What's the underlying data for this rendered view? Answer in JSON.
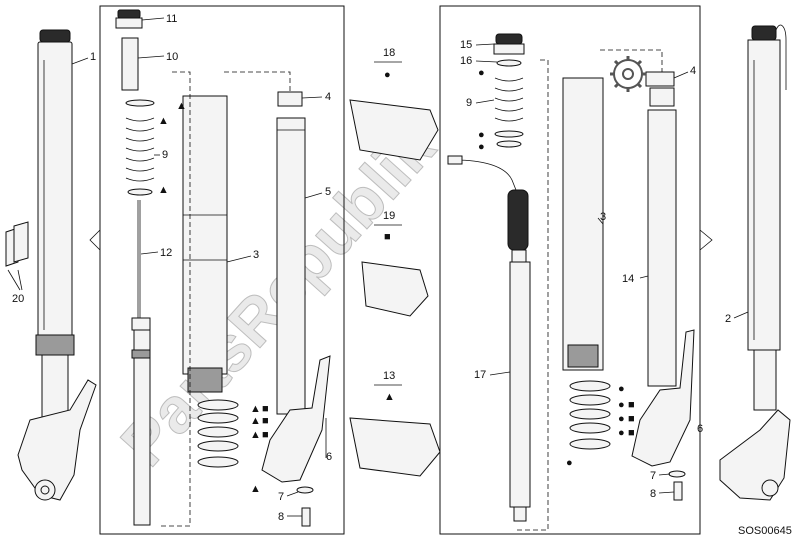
{
  "diagram": {
    "code": "SOS00645",
    "watermark": "PartsRepublik",
    "callouts": [
      "1",
      "2",
      "3",
      "3",
      "4",
      "4",
      "5",
      "6",
      "6",
      "7",
      "7",
      "8",
      "8",
      "9",
      "9",
      "10",
      "11",
      "12",
      "13",
      "14",
      "15",
      "16",
      "17",
      "18",
      "19",
      "20"
    ],
    "kit_labels": {
      "k18": "18",
      "k19": "19",
      "k13": "13"
    },
    "symbols": {
      "triangle": "▲",
      "square": "■",
      "circle": "●"
    }
  }
}
